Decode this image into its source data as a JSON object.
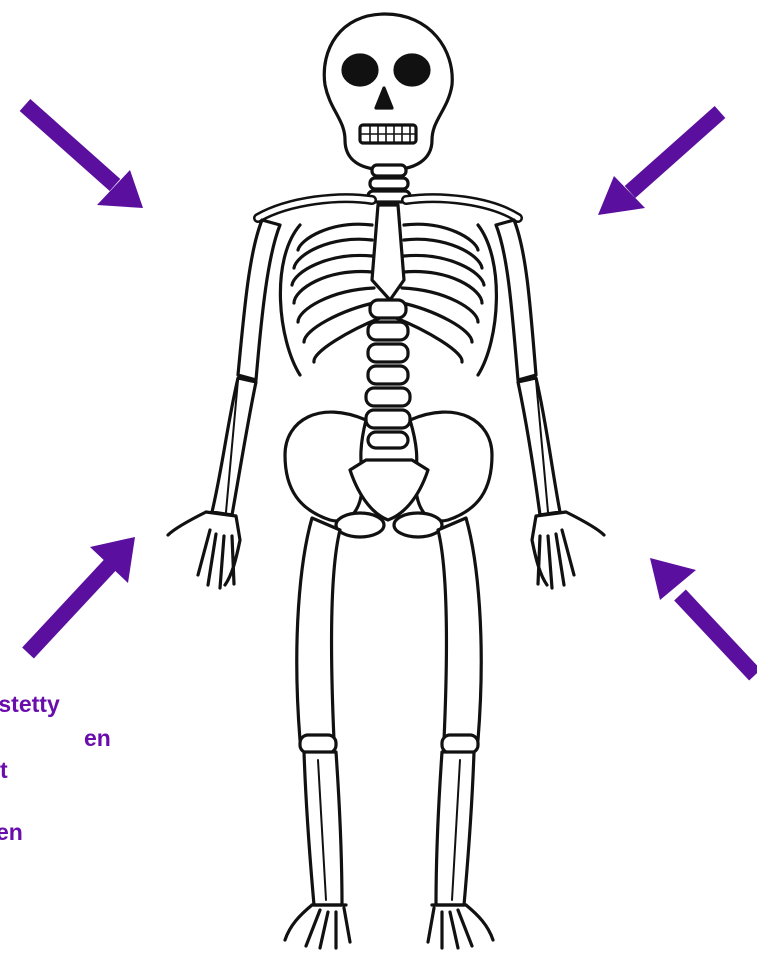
{
  "colors": {
    "arrow": "#5a0f9e",
    "label": "#6a0dad",
    "outline": "#111111",
    "fill": "#ffffff"
  },
  "illustration": {
    "subject": "skeleton"
  },
  "arrows": [
    {
      "name": "top-left-arrow",
      "direction": "down-right"
    },
    {
      "name": "top-right-arrow",
      "direction": "down-left"
    },
    {
      "name": "bottom-left-arrow",
      "direction": "up-right"
    },
    {
      "name": "bottom-right-arrow",
      "direction": "up-left"
    }
  ],
  "caption": {
    "lines": [
      "istetty",
      "en",
      "t",
      "",
      "en"
    ]
  }
}
